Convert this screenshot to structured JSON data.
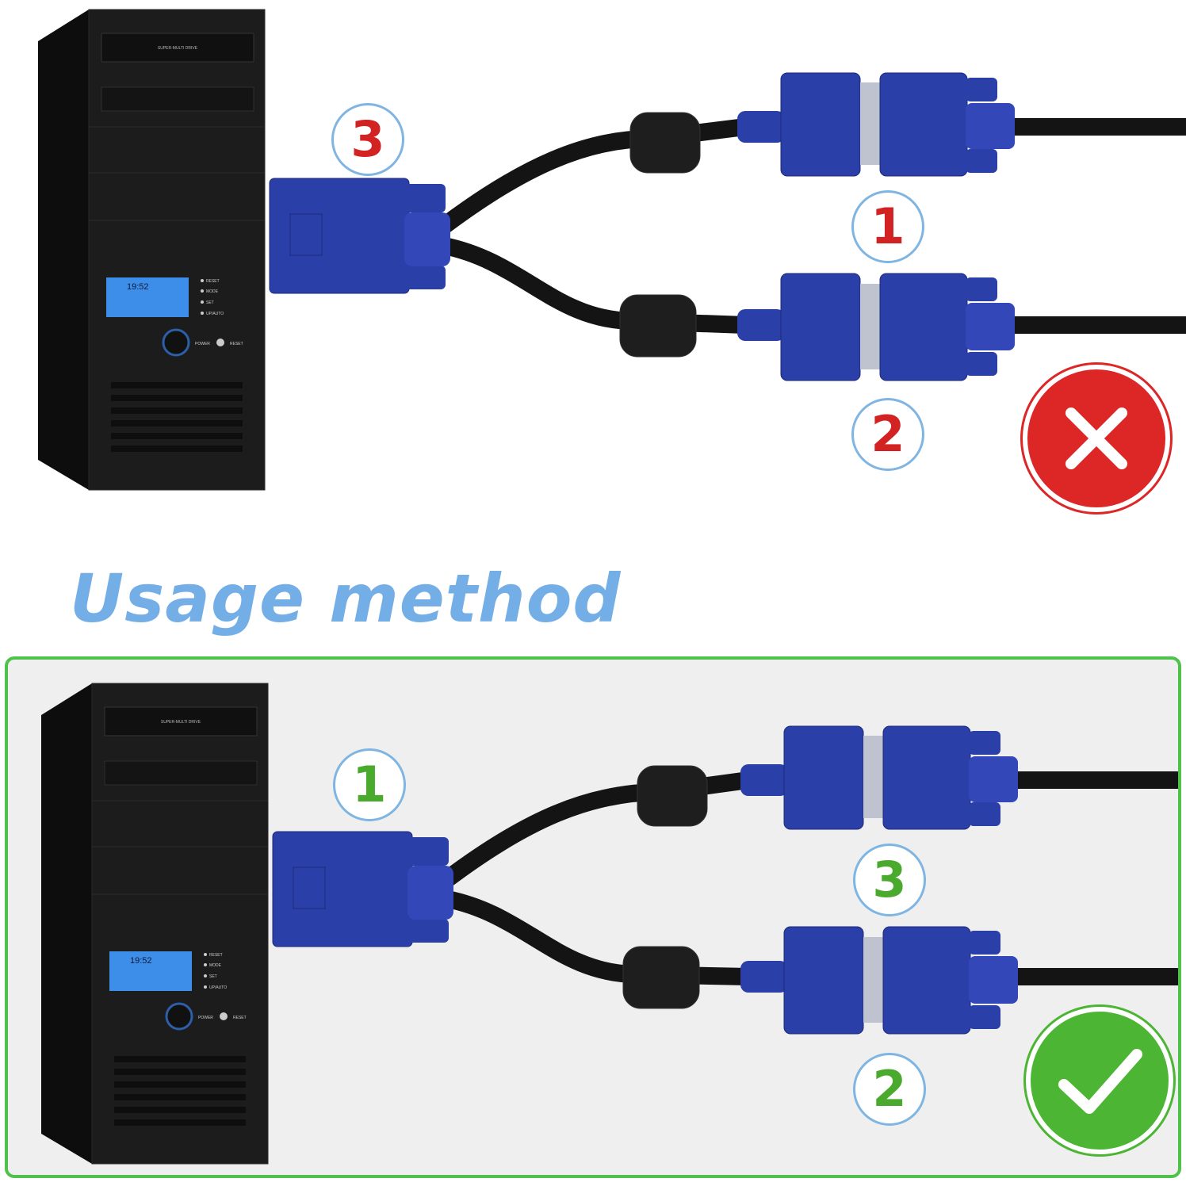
{
  "heading": "Usage method",
  "top_panel": {
    "pc_connector_number": "3",
    "upper_connector_number": "1",
    "lower_connector_number": "2",
    "status_icon": "x-mark-icon",
    "status_color": "#dd2626",
    "number_color": "#d32222"
  },
  "bottom_panel": {
    "pc_connector_number": "1",
    "upper_connector_number": "3",
    "lower_connector_number": "2",
    "status_icon": "check-mark-icon",
    "status_color": "#4cb534",
    "number_color": "#4aaa2e",
    "border_color": "#4ec24a"
  },
  "pc": {
    "drive_label": "SUPER-MULTI DRIVE",
    "lcd_time": "19:52",
    "panel_labels": [
      "RESET",
      "MODE",
      "SET",
      "UP/AUTO"
    ],
    "power_label": "POWER",
    "reset_label": "RESET"
  },
  "colors": {
    "vga_blue": "#2b3fa8",
    "cable_black": "#141414",
    "case_black": "#1c1c1c",
    "heading_blue": "#74aee6"
  }
}
